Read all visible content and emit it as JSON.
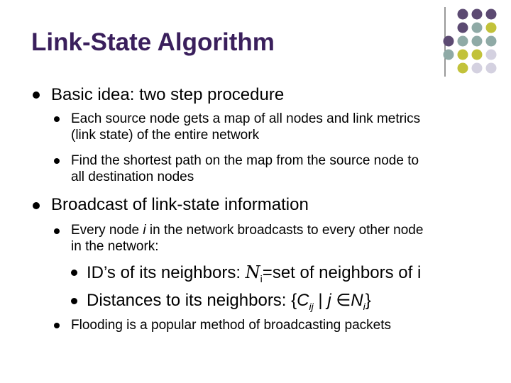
{
  "slide": {
    "title": "Link-State Algorithm",
    "colors": {
      "title": "#3a1f5c",
      "purple": "#5c4a72",
      "teal": "#8faaa6",
      "olive": "#c2c23a",
      "lavender": "#d4d1e0",
      "divider": "#555555"
    },
    "bullets": [
      {
        "text": "Basic idea: two step procedure",
        "children": [
          {
            "line1": "Each source node gets a map of all nodes and link metrics",
            "line2": "(link state) of the entire network"
          },
          {
            "line1": "Find the shortest path on the map from the source node to",
            "line2": "all destination nodes"
          }
        ]
      },
      {
        "text": "Broadcast of link-state information",
        "children": [
          {
            "line1_pre": "Every node ",
            "line1_var": "i",
            "line1_post": " in the network broadcasts to every other node",
            "line2": "in the network:",
            "children": [
              {
                "pre": "ID’s of its neighbors: ",
                "symbol": "N",
                "sub": "i",
                "post": "=set of neighbors of i"
              },
              {
                "pre": "Distances to its neighbors: {",
                "c": "C",
                "c_sub": "ij",
                "mid": " | ",
                "j": "j",
                "elem": " ∈",
                "n": "N",
                "n_sub": "i",
                "post": "}"
              }
            ]
          },
          {
            "line1": "Flooding is a popular method of broadcasting packets"
          }
        ]
      }
    ]
  }
}
